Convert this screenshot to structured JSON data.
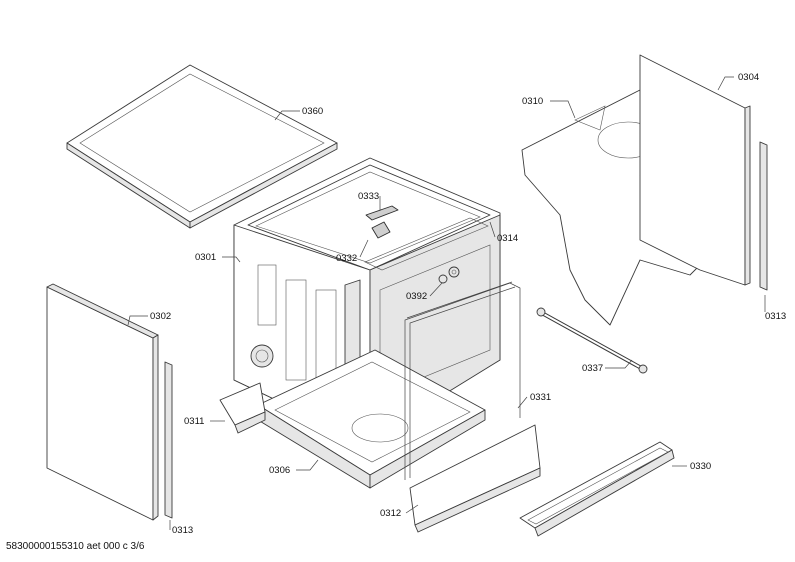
{
  "labels": {
    "p0360": "0360",
    "p0310": "0310",
    "p0304": "0304",
    "p0333": "0333",
    "p0332": "0332",
    "p0314": "0314",
    "p0301": "0301",
    "p0392": "0392",
    "p0302": "0302",
    "p0313a": "0313",
    "p0313b": "0313",
    "p0337": "0337",
    "p0311": "0311",
    "p0331": "0331",
    "p0306": "0306",
    "p0330": "0330",
    "p0312": "0312"
  },
  "footer": "58300000155310 aet 000 c 3/6"
}
